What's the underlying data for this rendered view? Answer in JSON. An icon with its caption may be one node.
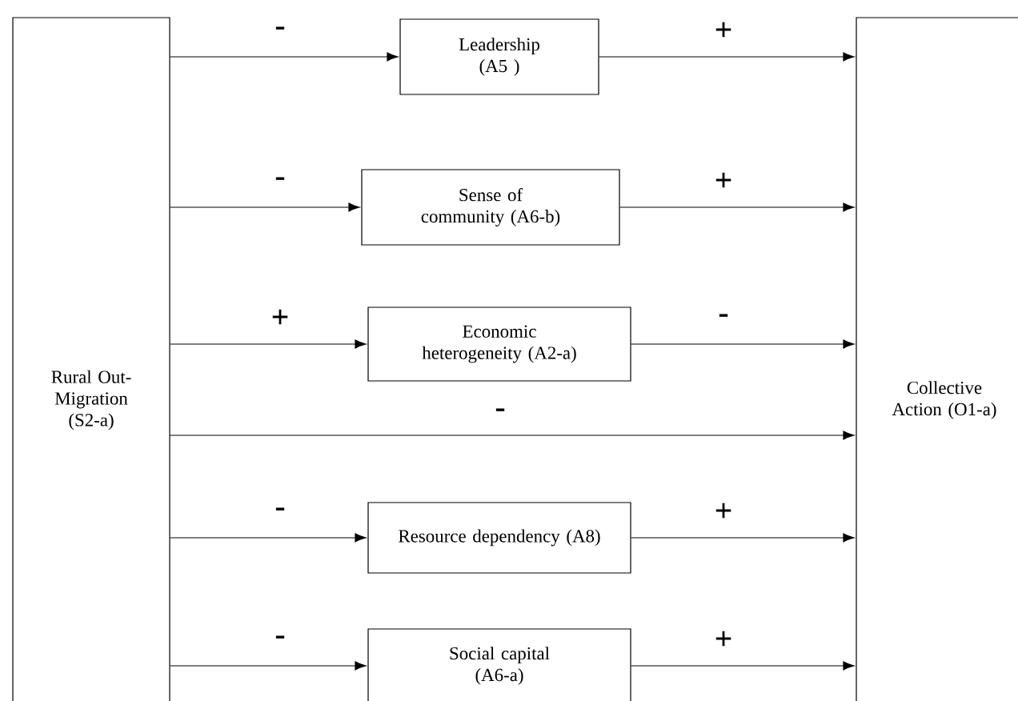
{
  "diagram": {
    "nodes": [
      {
        "text": [
          "Rural Out-Migration (S2-a)"
        ]
      },
      {
        "text": [
          "Collective Action (O1-a)"
        ]
      },
      {
        "text": [
          "Leadership (A5 )"
        ]
      },
      {
        "text": [
          "Sense of community (A6-b)"
        ]
      },
      {
        "text": [
          "Economic heterogeneity (A2-a)"
        ]
      },
      {
        "text": [
          "Resource dependency (A8)"
        ]
      },
      {
        "text": [
          "Social capital (A6-a)"
        ]
      }
    ],
    "edges": [
      {
        "from": 0,
        "to": 2,
        "arrow": "to",
        "label": "-"
      },
      {
        "from": 2,
        "to": 1,
        "arrow": "to",
        "label": "+"
      },
      {
        "from": 0,
        "to": 3,
        "arrow": "to",
        "label": "-"
      },
      {
        "from": 3,
        "to": 1,
        "arrow": "to",
        "label": "+"
      },
      {
        "from": 0,
        "to": 4,
        "arrow": "to",
        "label": "+"
      },
      {
        "from": 4,
        "to": 1,
        "arrow": "to",
        "label": "-"
      },
      {
        "from": 0,
        "to": 1,
        "arrow": "to",
        "label": "-"
      },
      {
        "from": 0,
        "to": 5,
        "arrow": "to",
        "label": "-"
      },
      {
        "from": 5,
        "to": 1,
        "arrow": "to",
        "label": "+"
      },
      {
        "from": 0,
        "to": 6,
        "arrow": "to",
        "label": "-"
      },
      {
        "from": 6,
        "to": 1,
        "arrow": "to",
        "label": "+"
      }
    ]
  }
}
